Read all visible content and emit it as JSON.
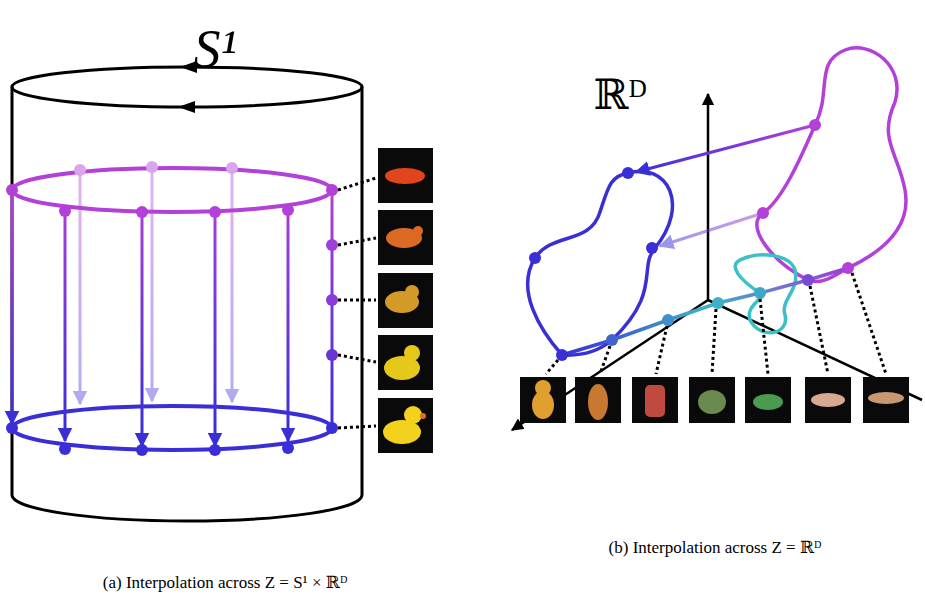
{
  "diagram": {
    "labels": [
      "S¹",
      "ℝᴰ",
      "(b) Interpolation across Z = ℝᴰ",
      "(a) Interpolation across Z = S¹ × ℝᴰ"
    ]
  }
}
